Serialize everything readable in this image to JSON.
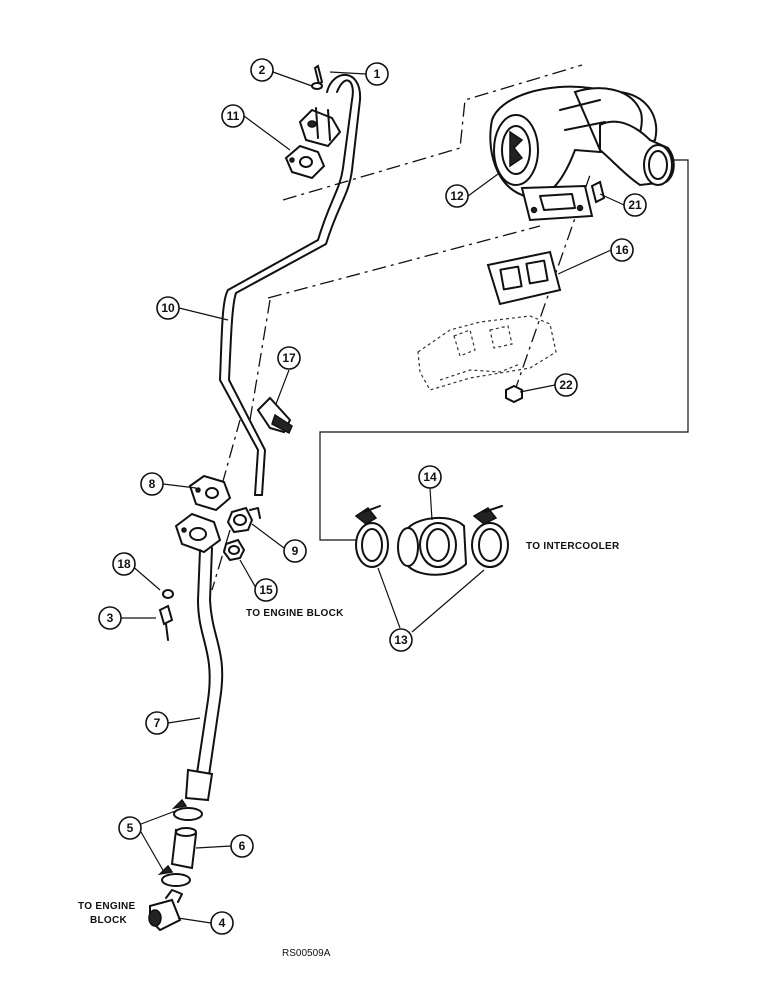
{
  "callouts": {
    "c1": "1",
    "c2": "2",
    "c3": "3",
    "c4": "4",
    "c5": "5",
    "c6": "6",
    "c7": "7",
    "c8": "8",
    "c9": "9",
    "c10": "10",
    "c11": "11",
    "c12": "12",
    "c13": "13",
    "c14": "14",
    "c15": "15",
    "c16": "16",
    "c17": "17",
    "c18": "18",
    "c21": "21",
    "c22": "22"
  },
  "labels": {
    "to_engine_block_upper": "TO ENGINE BLOCK",
    "to_intercooler": "TO INTERCOOLER",
    "to_engine_lower_line1": "TO ENGINE",
    "to_engine_lower_line2": "BLOCK"
  },
  "reference_code": "RS00509A"
}
